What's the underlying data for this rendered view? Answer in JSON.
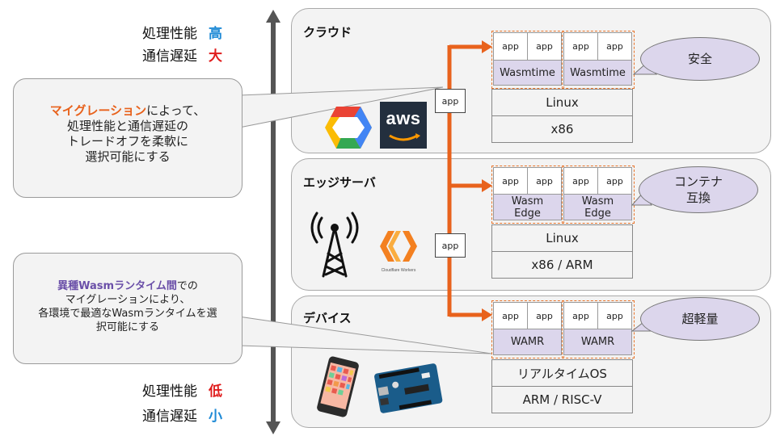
{
  "colors": {
    "orange": "#e8621c",
    "purple_fill": "#dcd6ec",
    "blue": "#1f8ad6",
    "red": "#e01c1c"
  },
  "axis": {
    "top": {
      "perf_label": "処理性能",
      "perf_value": "高",
      "latency_label": "通信遅延",
      "latency_value": "大"
    },
    "bottom": {
      "perf_label": "処理性能",
      "perf_value": "低",
      "latency_label": "通信遅延",
      "latency_value": "小"
    }
  },
  "callout1": {
    "highlight": "マイグレーション",
    "line1_rest": "によって、",
    "line2": "処理性能と通信遅延の",
    "line3": "トレードオフを柔軟に",
    "line4": "選択可能にする"
  },
  "callout2": {
    "highlight": "異種Wasmランタイム間",
    "line1_rest": "での",
    "line2": "マイグレーションにより、",
    "line3": "各環境で最適なWasmランタイムを選",
    "line4": "択可能にする"
  },
  "tiers": {
    "cloud": {
      "title": "クラウド",
      "runtime1": "Wasmtime",
      "runtime2": "Wasmtime",
      "os": "Linux",
      "hw": "x86",
      "bubble": "安全",
      "aws_text": "aws"
    },
    "edge": {
      "title": "エッジサーバ",
      "runtime1_l1": "Wasm",
      "runtime1_l2": "Edge",
      "runtime2_l1": "Wasm",
      "runtime2_l2": "Edge",
      "os": "Linux",
      "hw": "x86 / ARM",
      "bubble_l1": "コンテナ",
      "bubble_l2": "互換",
      "cf_text": "Cloudflare Workers"
    },
    "device": {
      "title": "デバイス",
      "runtime1": "WAMR",
      "runtime2": "WAMR",
      "os": "リアルタイムOS",
      "hw": "ARM / RISC-V",
      "bubble": "超軽量"
    }
  },
  "app_label": "app",
  "migration_app_1": "app",
  "migration_app_2": "app"
}
